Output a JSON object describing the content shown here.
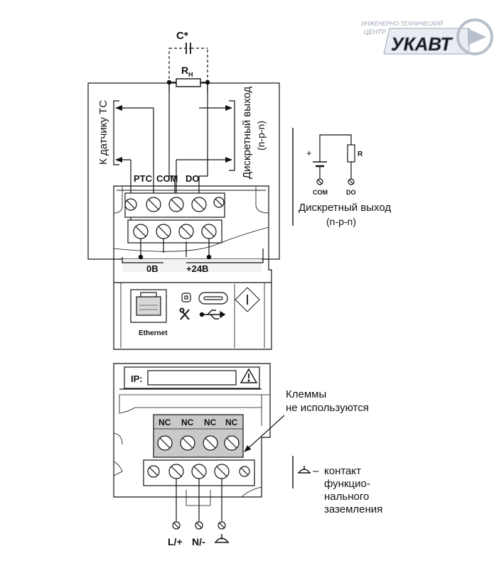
{
  "logo": {
    "line1": "ИНЖЕНЕРНО-ТЕХНИЧЕСКИЙ",
    "line2": "ЦЕНТР",
    "brand": "УКАВТ"
  },
  "top": {
    "capacitor_label": "С*",
    "resistor_label": "R",
    "resistor_sub": "Н",
    "left_vertical": "К датчику ТС",
    "right_vertical_1": "Дискретный выход",
    "right_vertical_2": "(n-p-n)",
    "terminal_labels": [
      "PTC",
      "COM",
      "DO"
    ],
    "bottom_left_label": "0В",
    "bottom_right_label": "+24В"
  },
  "mid": {
    "ethernet_label": "Ethernet"
  },
  "side": {
    "resistor_letter": "R",
    "plus_sign": "+",
    "com_label": "COM",
    "do_label": "DO",
    "caption_1": "Дискретный выход",
    "caption_2": "(n-p-n)"
  },
  "lower": {
    "ip_label": "IP:",
    "nc_labels": [
      "NC",
      "NC",
      "NC",
      "NC"
    ],
    "callout_1": "Клеммы",
    "callout_2": "не используются",
    "supply_labels": [
      "L/+",
      "N/-"
    ]
  },
  "ground_note": {
    "dash": "–",
    "line1": "контакт",
    "line2": "функцио-",
    "line3": "нального",
    "line4": "заземления"
  }
}
